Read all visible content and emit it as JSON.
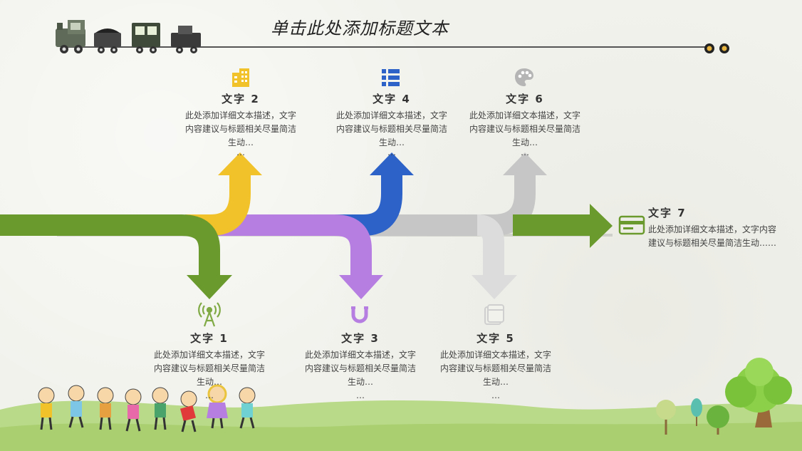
{
  "title": "单击此处添加标题文本",
  "items": [
    {
      "heading": "文字 1",
      "desc": "此处添加详细文本描述，文字内容建议与标题相关尽量简洁生动…",
      "ellipsis": "…",
      "color": "#6a9a2e",
      "icon": "antenna-icon"
    },
    {
      "heading": "文字 2",
      "desc": "此处添加详细文本描述，文字内容建议与标题相关尽量简洁生动…",
      "ellipsis": "…",
      "color": "#f2c22a",
      "icon": "building-icon"
    },
    {
      "heading": "文字 3",
      "desc": "此处添加详细文本描述，文字内容建议与标题相关尽量简洁生动…",
      "ellipsis": "…",
      "color": "#b57ee0",
      "icon": "magnet-icon"
    },
    {
      "heading": "文字 4",
      "desc": "此处添加详细文本描述，文字内容建议与标题相关尽量简洁生动…",
      "ellipsis": "…",
      "color": "#2d63c8",
      "icon": "list-icon"
    },
    {
      "heading": "文字 5",
      "desc": "此处添加详细文本描述，文字内容建议与标题相关尽量简洁生动…",
      "ellipsis": "…",
      "color": "#d9d9d9",
      "icon": "window-icon"
    },
    {
      "heading": "文字 6",
      "desc": "此处添加详细文本描述，文字内容建议与标题相关尽量简洁生动…",
      "ellipsis": "…",
      "color": "#c4c4c4",
      "icon": "palette-icon"
    },
    {
      "heading": "文字 7",
      "desc": "此处添加详细文本描述，文字内容建议与标题相关尽量简洁生动……",
      "color": "#6a9a2e",
      "icon": "card-icon"
    }
  ]
}
